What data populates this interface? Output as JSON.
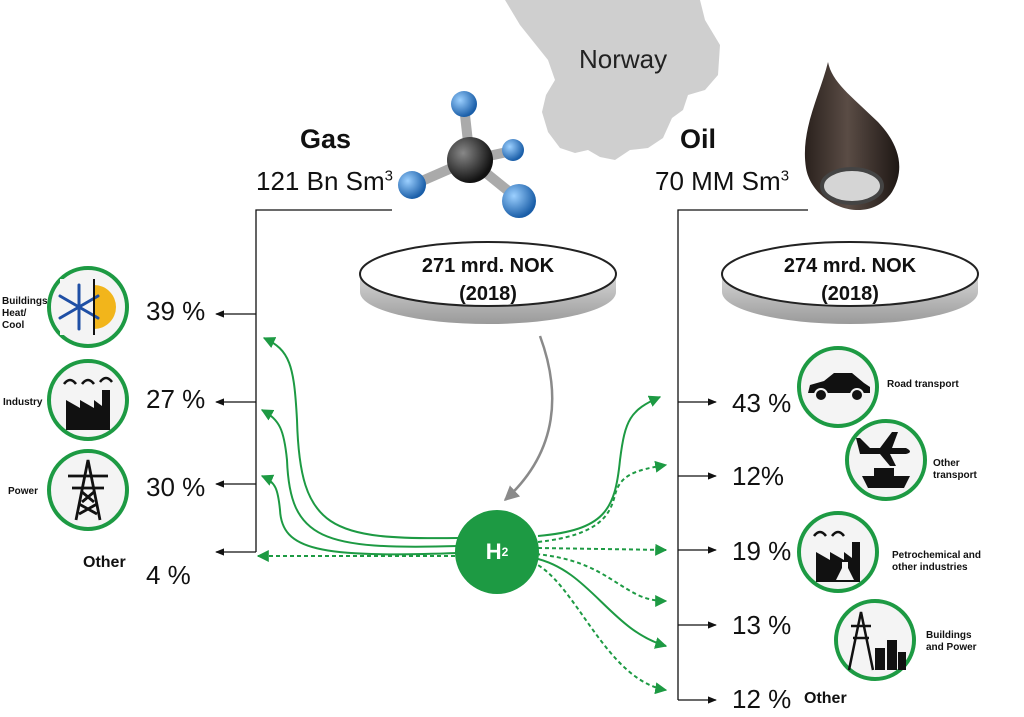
{
  "map": {
    "label": "Norway"
  },
  "gas": {
    "title": "Gas",
    "volume": "121 Bn Sm",
    "sup": "3",
    "value_line1": "271 mrd. NOK",
    "value_line2": "(2018)"
  },
  "oil": {
    "title": "Oil",
    "volume": "70 MM Sm",
    "sup": "3",
    "value_line1": "274 mrd. NOK",
    "value_line2": "(2018)"
  },
  "hub": {
    "label": "H",
    "sub": "2"
  },
  "gas_uses": [
    {
      "label_lines": [
        "Buildings",
        "Heat/",
        "Cool"
      ],
      "percent": "39 %",
      "icon": "sun-snowflake-icon"
    },
    {
      "label_lines": [
        "Industry"
      ],
      "percent": "27 %",
      "icon": "factory-icon"
    },
    {
      "label_lines": [
        "Power"
      ],
      "percent": "30 %",
      "icon": "power-pylon-icon"
    },
    {
      "label_lines": [
        "Other"
      ],
      "percent": "4 %",
      "icon": ""
    }
  ],
  "oil_uses": [
    {
      "label_lines": [
        "Road transport"
      ],
      "percent": "43 %",
      "icon": "car-icon"
    },
    {
      "label_lines": [
        "Other",
        "transport"
      ],
      "percent": "12%",
      "icon": "plane-ship-icon"
    },
    {
      "label_lines": [
        "Petrochemical and",
        "other industries"
      ],
      "percent": "19 %",
      "icon": "chemical-plant-icon"
    },
    {
      "label_lines": [
        "Buildings",
        "and Power"
      ],
      "percent": "13 %",
      "icon": "city-pylon-icon"
    },
    {
      "label_lines": [
        "Other"
      ],
      "percent": "12 %",
      "icon": ""
    }
  ],
  "colors": {
    "green": "#1d9a43",
    "dark": "#111111",
    "disc_grey": "#bdbdbd",
    "map_grey": "#cfcfcf",
    "arrow_grey": "#8a8a8a"
  }
}
